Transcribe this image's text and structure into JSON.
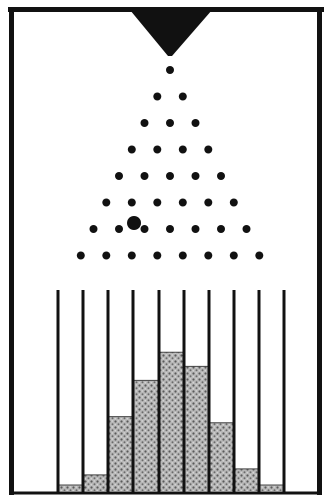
{
  "figure": {
    "kind": "galton-board",
    "peg_rows": 8,
    "bins": 9,
    "bin_fill_fractions": [
      0.03,
      0.08,
      0.37,
      0.55,
      0.69,
      0.62,
      0.34,
      0.11,
      0.03
    ],
    "colors": {
      "ink": "#111111",
      "background": "#ffffff",
      "sand": "#9a9a9a"
    }
  }
}
